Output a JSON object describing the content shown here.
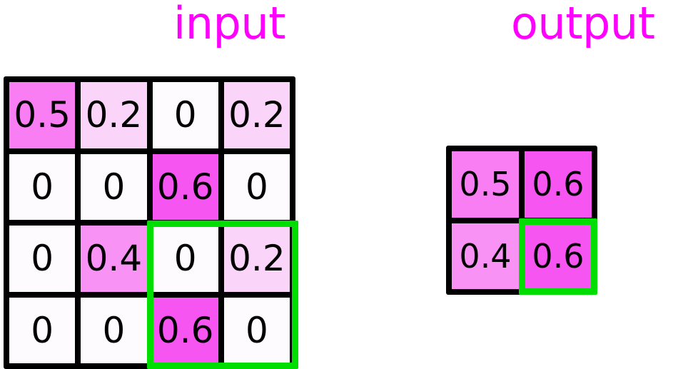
{
  "labels": {
    "input": "input",
    "output": "output"
  },
  "colors": {
    "label_magenta": "#ff00ff",
    "grid_border": "#000000",
    "selection_green": "#00dd00",
    "value_0": "#fdfbfd",
    "value_0_2": "#fbd5f9",
    "value_0_4": "#f992f5",
    "value_0_5": "#f97ef4",
    "value_0_6": "#f655f1"
  },
  "chart_data": {
    "type": "heatmap",
    "title": "",
    "description": "Max-pooling 2x2 illustration: 4x4 input feature map reduced to 2x2 output",
    "input": {
      "label": "input",
      "rows": 4,
      "cols": 4,
      "values": [
        [
          "0.5",
          "0.2",
          "0",
          "0.2"
        ],
        [
          "0",
          "0",
          "0.6",
          "0"
        ],
        [
          "0",
          "0.4",
          "0",
          "0.2"
        ],
        [
          "0",
          "0",
          "0.6",
          "0"
        ]
      ],
      "numeric": [
        [
          0.5,
          0.2,
          0.0,
          0.2
        ],
        [
          0.0,
          0.0,
          0.6,
          0.0
        ],
        [
          0.0,
          0.4,
          0.0,
          0.2
        ],
        [
          0.0,
          0.0,
          0.6,
          0.0
        ]
      ],
      "highlight_region": {
        "row_start": 2,
        "col_start": 2,
        "row_span": 2,
        "col_span": 2
      }
    },
    "output": {
      "label": "output",
      "rows": 2,
      "cols": 2,
      "values": [
        [
          "0.5",
          "0.6"
        ],
        [
          "0.4",
          "0.6"
        ]
      ],
      "numeric": [
        [
          0.5,
          0.6
        ],
        [
          0.4,
          0.6
        ]
      ],
      "highlight_cell": {
        "row": 1,
        "col": 1
      }
    },
    "colormap": {
      "0": "#fdfbfd",
      "0.2": "#fbd5f9",
      "0.4": "#f992f5",
      "0.5": "#f97ef4",
      "0.6": "#f655f1"
    }
  }
}
